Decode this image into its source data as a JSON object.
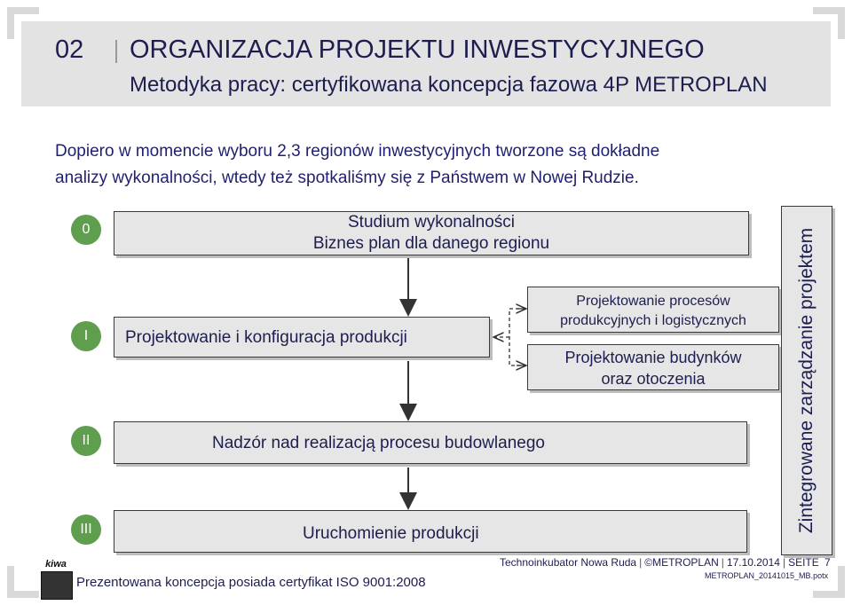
{
  "header": {
    "number": "02",
    "title": "ORGANIZACJA PROJEKTU INWESTYCYJNEGO",
    "subtitle": "Metodyka pracy: certyfikowana koncepcja fazowa 4P METROPLAN"
  },
  "intro": {
    "line1": "Dopiero w momencie wyboru 2,3 regionów inwestycyjnych tworzone są dokładne",
    "line2": "analizy wykonalności, wtedy też spotkaliśmy się z Państwem w Nowej Rudzie."
  },
  "phases": [
    "0",
    "I",
    "II",
    "III"
  ],
  "boxes": {
    "feasibility_line1": "Studium wykonalności",
    "feasibility_line2": "Biznes plan dla danego regionu",
    "production_design": "Projektowanie i konfiguracja produkcji",
    "process_design_line1": "Projektowanie procesów",
    "process_design_line2": "produkcyjnych i logistycznych",
    "building_design_line1": "Projektowanie budynków",
    "building_design_line2": "oraz otoczenia",
    "supervision": "Nadzór nad realizacją procesu budowlanego",
    "launch": "Uruchomienie produkcji",
    "integrated_management": "Zintegrowane zarządzanie projektem"
  },
  "logo": {
    "text": "kiwa"
  },
  "certificate": "Prezentowana koncepcja posiada certyfikat ISO 9001:2008",
  "footer": {
    "project": "Technoinkubator Nowa Ruda",
    "company": "©METROPLAN",
    "date": "17.10.2014",
    "seite": "SEITE",
    "file": "METROPLAN_20141015_MB.potx",
    "page": "7"
  },
  "colors": {
    "header_bg": "#e3e3e3",
    "phase_circle": "#5e9e4d",
    "box_bg": "#e6e6e6",
    "text": "#1d1d4f"
  }
}
